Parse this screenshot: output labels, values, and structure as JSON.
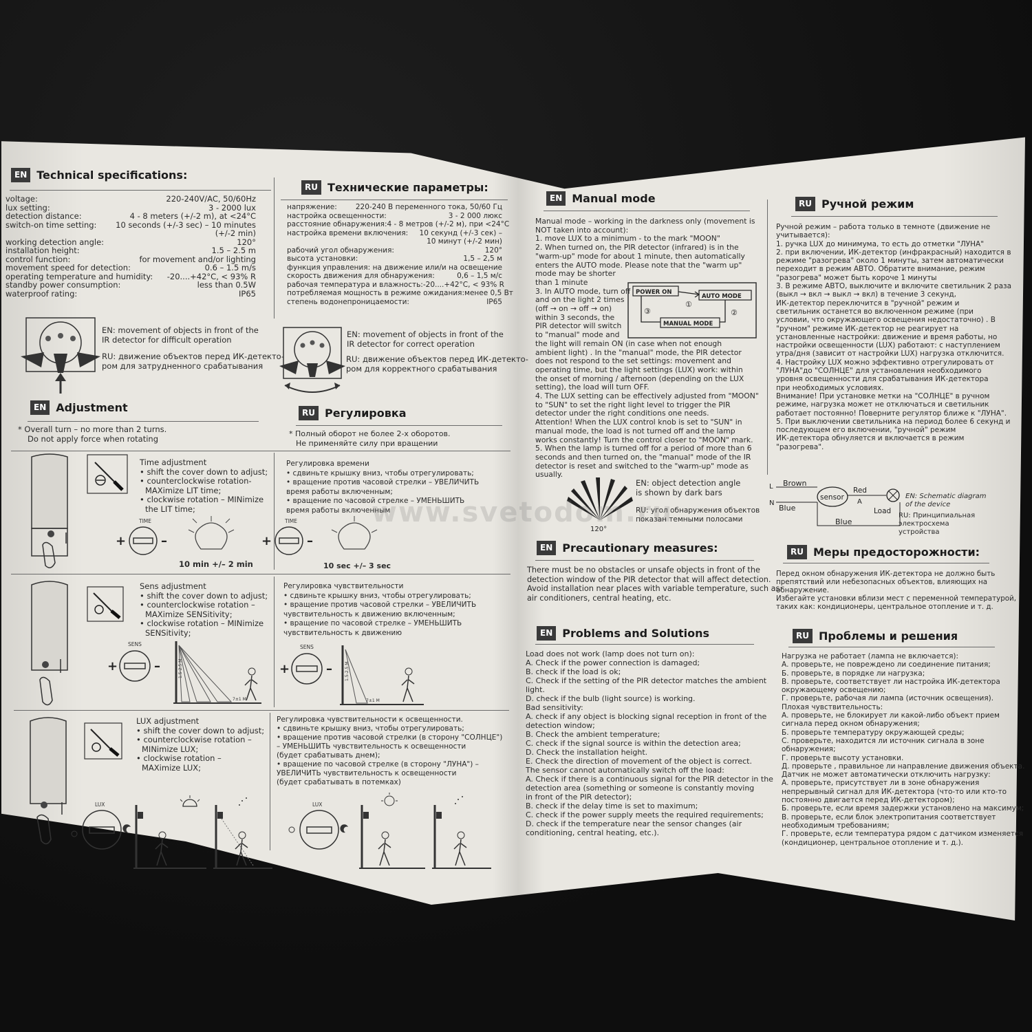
{
  "watermark": "www.svetodom.ru",
  "tags": {
    "en": "EN",
    "ru": "RU"
  },
  "tech_en": {
    "title": "Technical specifications:",
    "specs": [
      {
        "k": "voltage:",
        "v": "220-240V/AC, 50/60Hz"
      },
      {
        "k": "lux setting:",
        "v": "3 - 2000 lux"
      },
      {
        "k": "detection distance:",
        "v": "4 - 8 meters (+/-2 m), at <24°C"
      },
      {
        "k": "switch-on time setting:",
        "v": "10 seconds (+/-3 sec) – 10 minutes"
      },
      {
        "k": "",
        "v": "(+/-2 min)"
      },
      {
        "k": "working detection angle:",
        "v": "120°"
      },
      {
        "k": "installation height:",
        "v": "1.5 – 2.5 m"
      },
      {
        "k": "control function:",
        "v": "for movement and/or lighting"
      },
      {
        "k": "movement speed for detection:",
        "v": "0.6 – 1.5 m/s"
      },
      {
        "k": "operating temperature and humidity:",
        "v": "-20....+42°C, < 93% R"
      },
      {
        "k": "standby power consumption:",
        "v": "less than 0.5W"
      },
      {
        "k": "waterproof rating:",
        "v": "IP65"
      }
    ]
  },
  "tech_ru": {
    "title": "Технические параметры:",
    "specs": [
      {
        "k": "напряжение:",
        "v": "220-240 В переменного тока, 50/60 Гц"
      },
      {
        "k": "настройка освещенности:",
        "v": "3 - 2 000 люкс"
      },
      {
        "k": "расстояние обнаружения:",
        "v": "4 - 8 метров (+/-2 м), при <24°C"
      },
      {
        "k": "настройка времени включения:",
        "v": "10 секунд (+/-3 сек) –"
      },
      {
        "k": "",
        "v": "10 минут (+/-2 мин)"
      },
      {
        "k": "рабочий угол обнаружения:",
        "v": "120°"
      },
      {
        "k": "высота установки:",
        "v": "1,5 – 2,5 м"
      },
      {
        "k": "функция управления:",
        "v": "на движение или/и на освещение"
      },
      {
        "k": "скорость движения для обнаружения:",
        "v": "0,6 – 1,5 м/с"
      },
      {
        "k": "рабочая температура и влажность:",
        "v": "-20....+42°C, < 93% R"
      },
      {
        "k": "потребляемая мощность в режиме ожидания:",
        "v": "менее 0,5 Вт"
      },
      {
        "k": "степень водонепроницаемости:",
        "v": "IP65"
      }
    ]
  },
  "fig1": {
    "en": [
      "EN: movement of objects in front of the",
      "IR detector for difficult operation"
    ],
    "ru": [
      "RU: движение объектов перед ИК-детекто-",
      "ром для затрудненного срабатывания"
    ]
  },
  "fig2": {
    "en": [
      "EN: movement of objects in front of the",
      "IR detector for correct operation"
    ],
    "ru": [
      "RU: движение объектов перед ИК-детекто-",
      "ром для корректного срабатывания"
    ]
  },
  "adj_en": {
    "title": "Adjustment",
    "notes": [
      "* Overall turn – no more than 2 turns.",
      "Do not apply force when rotating"
    ],
    "time": [
      "Time adjustment",
      "• shift the cover down to adjust;",
      "• counterclockwise rotation-",
      "MAXimize LIT time;",
      "• clockwise rotation – MINimize",
      "the LIT time;"
    ],
    "sens": [
      "Sens adjustment",
      "• shift the cover down to adjust;",
      "• counterclockwise rotation –",
      "MAXimize SENSitivity;",
      "• clockwise rotation – MINimize",
      "SENSitivity;"
    ],
    "lux": [
      "LUX adjustment",
      "• shift the cover down to adjust;",
      "• counterclockwise rotation –",
      "MINimize LUX;",
      "• clockwise rotation –",
      "MAXimize LUX;"
    ]
  },
  "adj_ru": {
    "title": "Регулировка",
    "notes": [
      "* Полный оборот не более 2-х оборотов.",
      "Не применяйте силу при вращении"
    ],
    "time": [
      "Регулировка времени",
      "• сдвиньте крышку вниз, чтобы отрегулировать;",
      "• вращение против часовой стрелки – УВЕЛИЧИТЬ",
      "время работы включенным;",
      "• вращение по часовой стрелке – УМЕНЬШИТЬ",
      "время работы включенным"
    ],
    "sens": [
      "Регулировка чувствительности",
      "• сдвиньте крышку вниз, чтобы отрегулировать;",
      "• вращение против часовой стрелки – УВЕЛИЧИТЬ",
      "чувствительность к движению включенным;",
      "• вращение по часовой стрелке – УМЕНЬШИТЬ",
      "чувствительность к движению"
    ],
    "lux": [
      "Регулировка чувствительности к освещенности.",
      "• сдвиньте крышку вниз, чтобы отрегулировать;",
      "• вращение против часовой стрелки (в сторону \"СОЛНЦЕ\")",
      "– УМЕНЬШИТЬ чувствительность к освещенности",
      "(будет срабатывать днем);",
      "• вращение по часовой стрелке (в сторону \"ЛУНА\") –",
      "УВЕЛИЧИТЬ чувствительность к освещенности",
      "(будет срабатывать в потемках)"
    ]
  },
  "dial": {
    "time": "TIME",
    "sens": "SENS",
    "lux": "LUX",
    "t1": "10 min +/– 2 min",
    "t2": "10 sec +/– 3 sec",
    "h": "1.5-2.5 M",
    "d": "7±1 M"
  },
  "manual_en": {
    "title": "Manual mode",
    "lines": [
      "Manual mode – working in the darkness only (movement is",
      "NOT taken into account):",
      "1. move LUX to a minimum - to the mark \"MOON\"",
      "2. When turned on, the PIR detector (infrared) is in the",
      "\"warm-up\" mode for about 1 minute, then automatically",
      "enters the AUTO mode. Please note that the \"warm up\"",
      "mode may be shorter",
      "than 1 minute",
      "3. In AUTO mode, turn off",
      "and on the light 2 times",
      "(off → on → off → on)",
      "within 3 seconds, the",
      "PIR detector will switch",
      "to \"manual\" mode and",
      "the light will remain ON (in case when not enough",
      "ambient light) . In the \"manual\" mode, the PIR detector",
      "does not respond to the set settings: movement and",
      "operating time, but the light settings (LUX) work: within",
      "the onset of morning / afternoon (depending on the LUX",
      "setting), the load will turn OFF.",
      "4. The LUX setting can be effectively adjusted from \"MOON\"",
      "to \"SUN\" to set the right light level to trigger the PIR",
      "detector under the right conditions one needs.",
      "Attention! When the LUX control knob is set to \"SUN\" in",
      "manual mode, the load is not turned off and the lamp",
      "works constantly! Turn the control closer to \"MOON\" mark.",
      "5. When the lamp is turned off for a period of more than 6",
      "seconds and then turned on, the \"manual\" mode of the IR",
      "detector is reset and switched to the \"warm-up\" mode as",
      "usually."
    ]
  },
  "modes": {
    "power": "POWER ON",
    "auto": "AUTO MODE",
    "manual": "MANUAL MODE",
    "n1": "①",
    "n2": "②",
    "n3": "③"
  },
  "angle": {
    "deg": "120°",
    "en": [
      "EN: object detection angle",
      "is shown by dark bars"
    ],
    "ru": [
      "RU: угол обнаружения объектов",
      "показан темными полосами"
    ]
  },
  "manual_ru": {
    "title": "Ручной режим",
    "lines": [
      "Ручной режим – работа только в темноте (движение не",
      "учитывается):",
      "1. ручка LUX до минимума, то есть до отметки \"ЛУНА\"",
      "2. при включении, ИК-детектор (инфракрасный) находится в",
      "режиме \"разогрева\" около 1 минуты, затем автоматически",
      "переходит в режим АВТО. Обратите внимание, режим",
      "\"разогрева\" может быть короче 1 минуты",
      "3. В режиме АВТО, выключите и включите светильник 2 раза",
      "(выкл → вкл → выкл → вкл) в течение 3 секунд,",
      "ИК-детектор переключится в \"ручной\" режим и",
      "светильник останется во включенном режиме (при",
      "условии, что окружающего освещения недостаточно) . В",
      "\"ручном\" режиме ИК-детектор не реагирует на",
      "установленные настройки: движение и время работы, но",
      "настройки освещенности (LUX) работают: с наступлением",
      "утра/дня (зависит от настройки LUX) нагрузка отключится.",
      "4. Настройку LUX можно эффективно отрегулировать от",
      "\"ЛУНА\"до \"СОЛНЦЕ\" для установления необходимого",
      "уровня освещенности для срабатывания ИК-детектора",
      "при необходимых условиях.",
      "Внимание! При установке метки на \"СОЛНЦЕ\" в ручном",
      "режиме, нагрузка может не отключаться и светильник",
      "работает постоянно! Поверните регулятор ближе к \"ЛУНА\".",
      "5. При выключении светильника на период более 6 секунд и",
      "последующем его включении, \"ручной\" режим",
      "ИК-детектора обнуляется и включается в режим",
      "\"разогрева\"."
    ]
  },
  "wiring": {
    "L": "L",
    "N": "N",
    "brown": "Brown",
    "blue": "Blue",
    "blue2": "Blue",
    "sensor": "sensor",
    "red": "Red",
    "a": "A",
    "load": "Load",
    "en": [
      "EN: Schematic diagram",
      "of the device"
    ],
    "ru": [
      "RU: Принципиальная",
      "электросхема",
      "устройства"
    ]
  },
  "prec_en": {
    "title": "Precautionary measures:",
    "lines": [
      "There must be no obstacles or unsafe objects in front of the",
      "detection window of the PIR detector that will affect detection.",
      "Avoid installation near places with variable temperature, such as:",
      "air conditioners, central heating, etc."
    ]
  },
  "prec_ru": {
    "title": "Меры предосторожности:",
    "lines": [
      "Перед окном обнаружения ИК-детектора не должно быть",
      "препятствий или небезопасных объектов, влияющих на",
      "обнаружение.",
      "Избегайте установки вблизи мест с переменной температурой,",
      "таких как: кондиционеры, центральное отопление и т. д."
    ]
  },
  "prob_en": {
    "title": "Problems and Solutions",
    "lines": [
      "Load does not work (lamp does not turn on):",
      "A. Check if the power connection is damaged;",
      "B. check if the load is ok;",
      "C. Check if the setting of the PIR detector matches the ambient",
      "light.",
      "D. check if the bulb (light source) is working.",
      "Bad sensitivity:",
      "A. check if any object is blocking signal reception in front of the",
      "detection window;",
      "B. Check the ambient temperature;",
      "C. check if the signal source is within the detection area;",
      "D. Check the installation height.",
      "E. Check the direction of movement of the object is correct.",
      "",
      "The sensor cannot automatically switch off the load:",
      "A. Check if there is a continuous signal for the PIR detector in the",
      "detection area (something or someone is constantly moving",
      "in front of the PIR detector);",
      "B. check if the delay time is set to maximum;",
      "C. check if the power supply meets the required requirements;",
      "D. check if the temperature near the sensor changes (air",
      "conditioning, central heating, etc.)."
    ]
  },
  "prob_ru": {
    "title": "Проблемы и решения",
    "lines": [
      "Нагрузка не работает (лампа не включается):",
      "А. проверьте, не повреждено ли соединение питания;",
      "Б. проверьте, в порядке ли нагрузка;",
      "В. проверьте, соответствует ли настройка ИК-детектора",
      "окружающему освещению;",
      "Г. проверьте, рабочая ли лампа (источник освещения).",
      "Плохая чувствительность:",
      "А. проверьте, не блокирует ли какой-либо объект прием",
      "сигнала перед окном обнаружения;",
      "Б. проверьте температуру окружающей среды;",
      "С. проверьте, находится ли источник сигнала в зоне",
      "обнаружения;",
      "Г. проверьте высоту установки.",
      "Д. проверьте , правильное ли направление движения объекта.",
      "Датчик не может автоматически отключить нагрузку:",
      "А. проверьте, присутствует ли в зоне обнаружения",
      "непрерывный сигнал для ИК-детектора (что-то или кто-то",
      "постоянно двигается перед ИК-детектором);",
      "Б. проверьте, если время задержки установлено на максимум;",
      "В. проверьте, если блок электропитания соответствует",
      "необходимым требованиям;",
      "Г. проверьте, если температура рядом с датчиком изменяется",
      "(кондиционер, центральное отопление и т. д.)."
    ]
  }
}
